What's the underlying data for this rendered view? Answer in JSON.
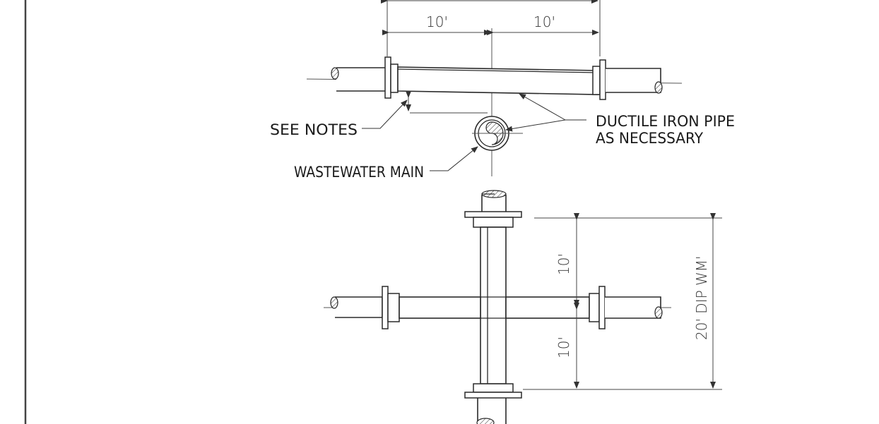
{
  "labels": {
    "see_notes": "SEE NOTES",
    "ductile_line1": "DUCTILE IRON PIPE",
    "ductile_line2": "AS NECESSARY",
    "wastewater_main": "WASTEWATER MAIN"
  },
  "dimensions": {
    "elev_left": "10'",
    "elev_right": "10'",
    "plan_upper": "10'",
    "plan_lower": "10'",
    "plan_total": "20' DIP WM'"
  },
  "colors": {
    "line": "#2a2a2a",
    "background": "#ffffff",
    "frame": "#444444"
  }
}
